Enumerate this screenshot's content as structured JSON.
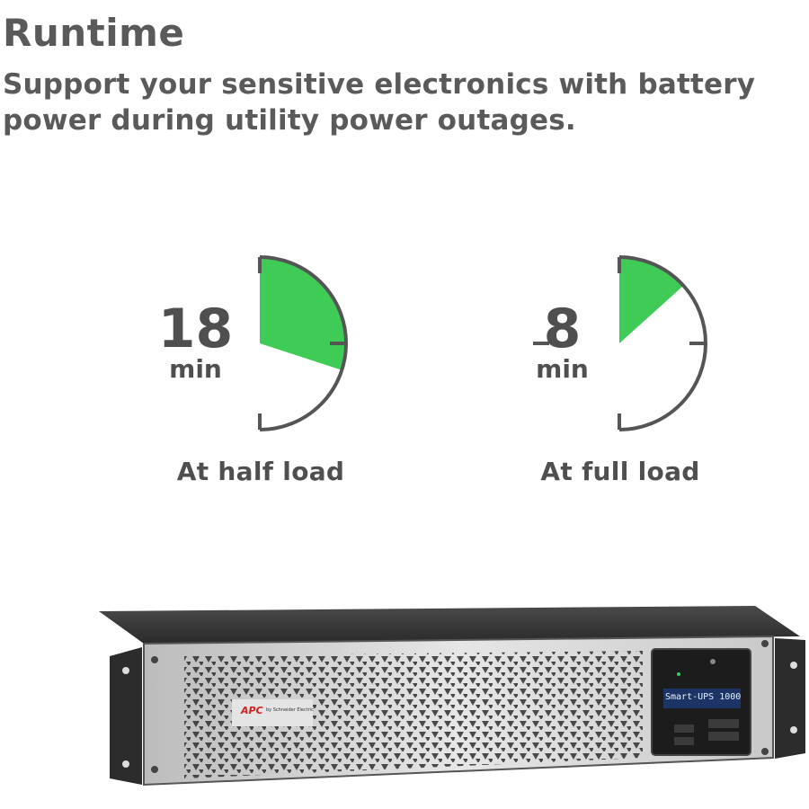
{
  "heading": {
    "title": "Runtime",
    "subtitle": "Support your sensitive electronics with battery power during utility power outages."
  },
  "runtimes": [
    {
      "minutes": "18",
      "unit": "min",
      "caption": "At half  load",
      "fraction": 0.3
    },
    {
      "minutes": "8",
      "unit": "min",
      "caption": "At full load",
      "fraction": 0.1333
    }
  ],
  "product": {
    "brand": "APC",
    "sub_brand": "by Schneider Electric",
    "display_text": "Smart-UPS  1000"
  },
  "colors": {
    "accent": "#3ecc57",
    "text": "#555555",
    "dial": "#555555"
  }
}
